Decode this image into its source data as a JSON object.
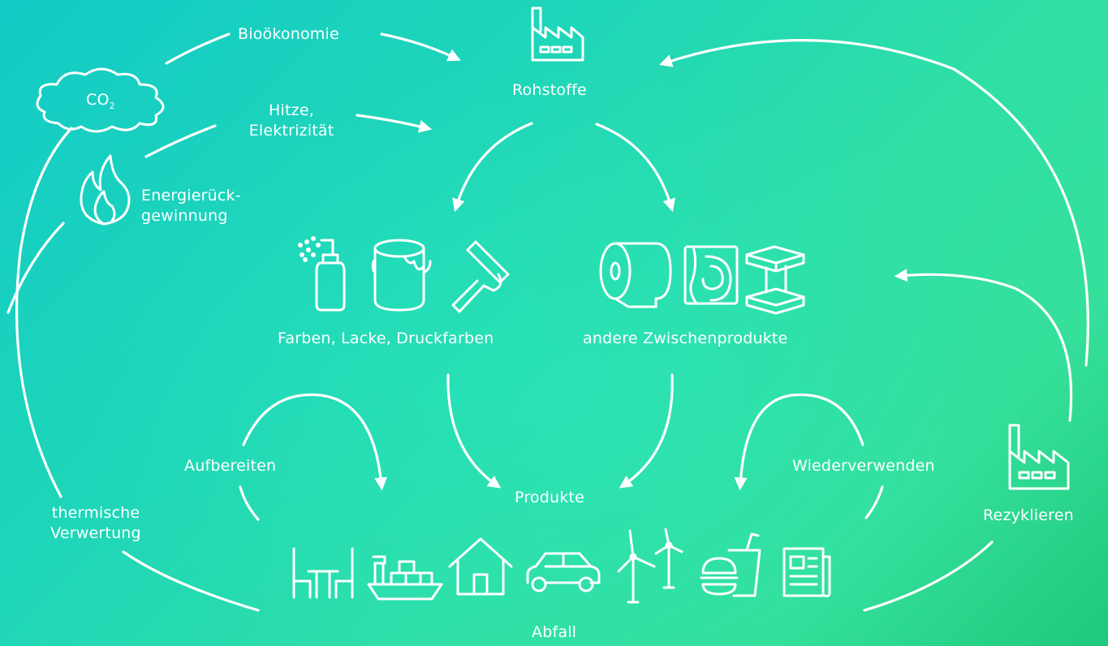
{
  "labels": {
    "biooekonomie": "Bioökonomie",
    "rohstoffe": "Rohstoffe",
    "co2_main": "CO",
    "co2_sub": "2",
    "hitze_line1": "Hitze,",
    "hitze_line2": "Elektrizität",
    "energie_line1": "Energierück-",
    "energie_line2": "gewinnung",
    "farben": "Farben, Lacke, Druckfarben",
    "zwischen": "andere Zwischenprodukte",
    "aufbereiten": "Aufbereiten",
    "produkte": "Produkte",
    "wiederverwenden": "Wiederverwenden",
    "thermische_line1": "thermische",
    "thermische_line2": "Verwertung",
    "rezyklieren": "Rezyklieren",
    "abfall": "Abfall"
  },
  "icons": [
    "factory-icon",
    "cloud-co2-icon",
    "flame-icon",
    "spray-can-icon",
    "paint-bucket-icon",
    "paint-roller-icon",
    "paper-roll-icon",
    "wood-board-icon",
    "steel-beam-icon",
    "table-chairs-icon",
    "cargo-ship-icon",
    "house-icon",
    "car-icon",
    "wind-turbine-icon",
    "burger-drink-icon",
    "newspaper-icon"
  ],
  "colors": {
    "gradient_start": "#13cbc7",
    "gradient_end": "#1ec87d",
    "foreground": "#ffffff"
  }
}
